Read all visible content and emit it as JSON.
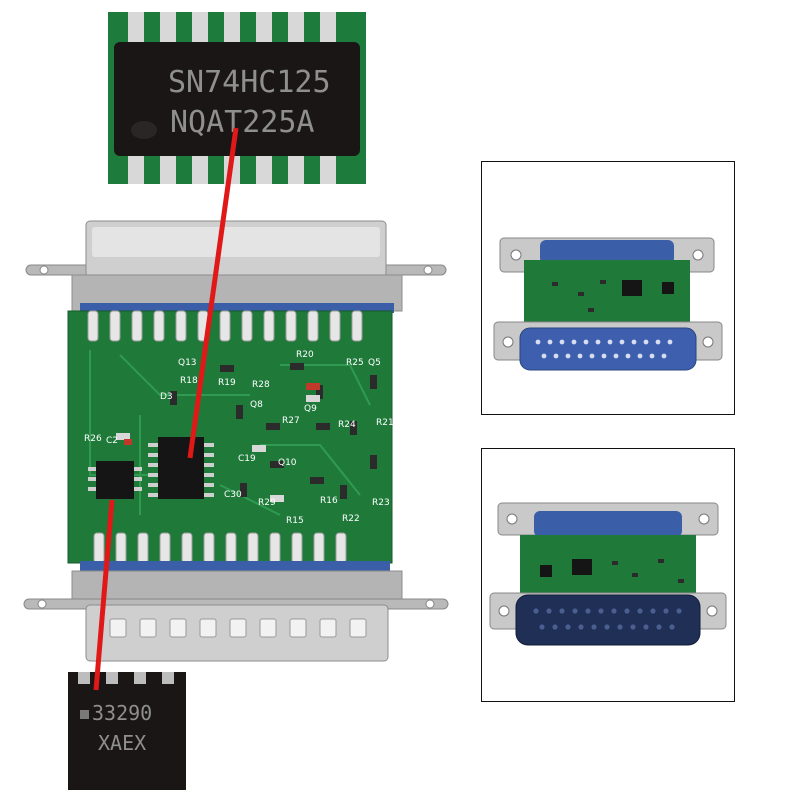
{
  "top_chip": {
    "line1": "SN74HC125",
    "line2": "NQAT225A"
  },
  "bottom_chip": {
    "line1": "33290",
    "line2": "XAEX"
  },
  "board_labels": [
    "Q13",
    "R18",
    "R19",
    "R20",
    "R25",
    "Q5",
    "R28",
    "D3",
    "Q8",
    "Q9",
    "R27",
    "R24",
    "R21",
    "R26",
    "C2",
    "C19",
    "C30",
    "R29",
    "R16",
    "R23",
    "R15",
    "R22",
    "Q10"
  ],
  "colors": {
    "pcb_green": "#1f7a3a",
    "connector_steel": "#c8c8c8",
    "connector_blue": "#3a5fa8",
    "arrow_red": "#e01818"
  }
}
